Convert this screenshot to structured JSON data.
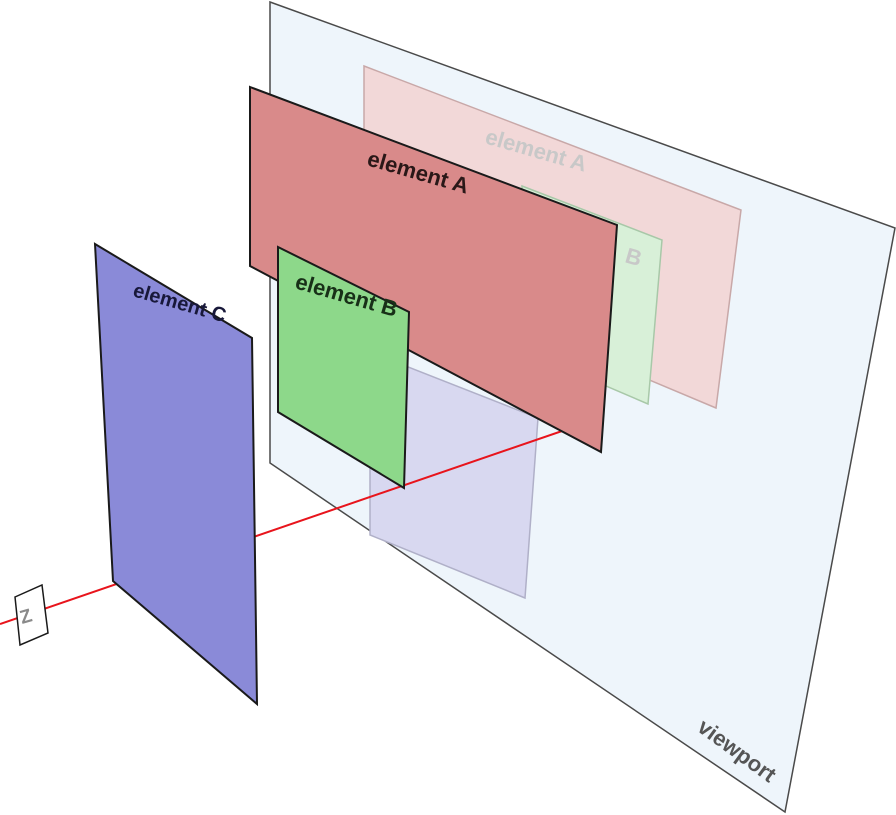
{
  "labels": {
    "viewport": "viewport",
    "element_a_projected": "element A",
    "element_b_projected": "B",
    "element_a": "element A",
    "element_b": "element B",
    "element_c": "element C",
    "z_axis": "Z"
  },
  "colors": {
    "viewport_fill": "#eef5fb",
    "viewport_stroke": "#4a4a4a",
    "element_a": "#d98a8a",
    "element_b": "#8dd88a",
    "element_c": "#8a8ad8",
    "z_line": "#e8141c"
  }
}
